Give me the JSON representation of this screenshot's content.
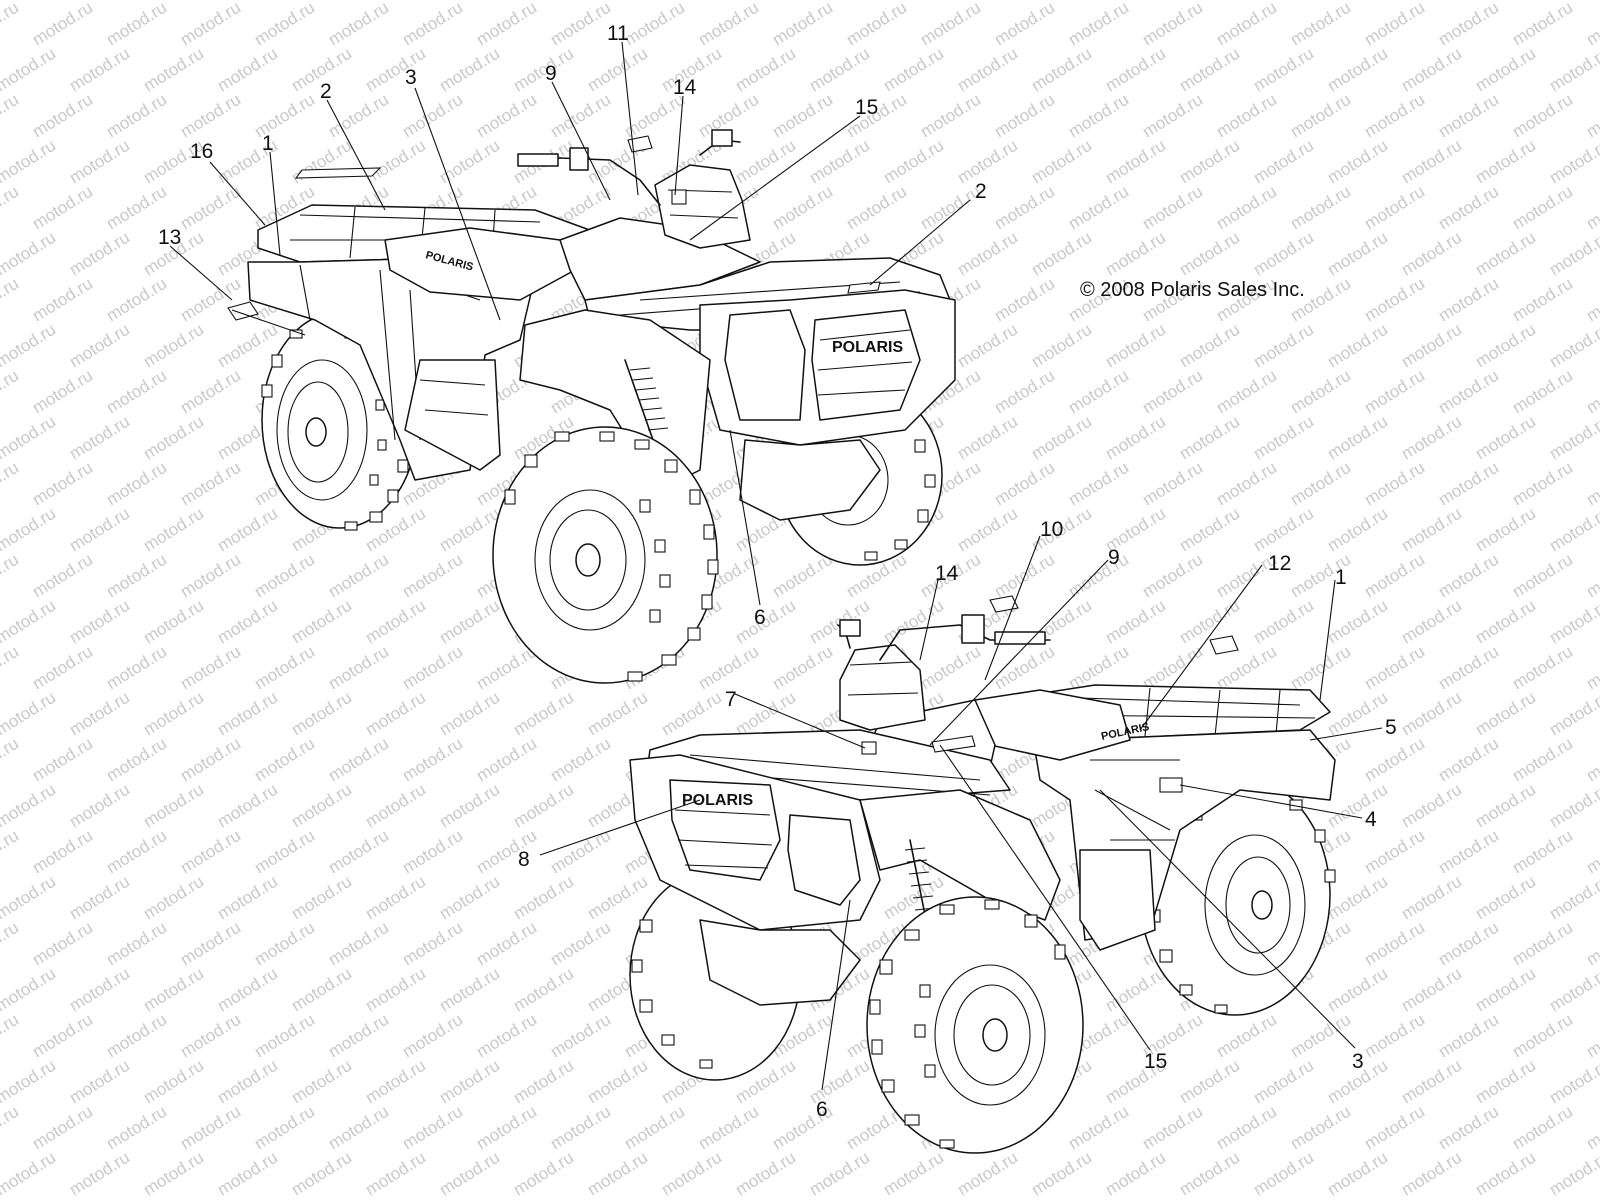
{
  "diagram": {
    "copyright": "© 2008 Polaris Sales Inc.",
    "watermark": "motod.ru",
    "brand_text": "POLARIS",
    "top_view_callouts": [
      "1",
      "2",
      "3",
      "9",
      "11",
      "14",
      "15",
      "16",
      "13",
      "2",
      "6"
    ],
    "bottom_view_callouts": [
      "10",
      "9",
      "12",
      "1",
      "14",
      "7",
      "5",
      "4",
      "8",
      "15",
      "3",
      "6"
    ]
  }
}
